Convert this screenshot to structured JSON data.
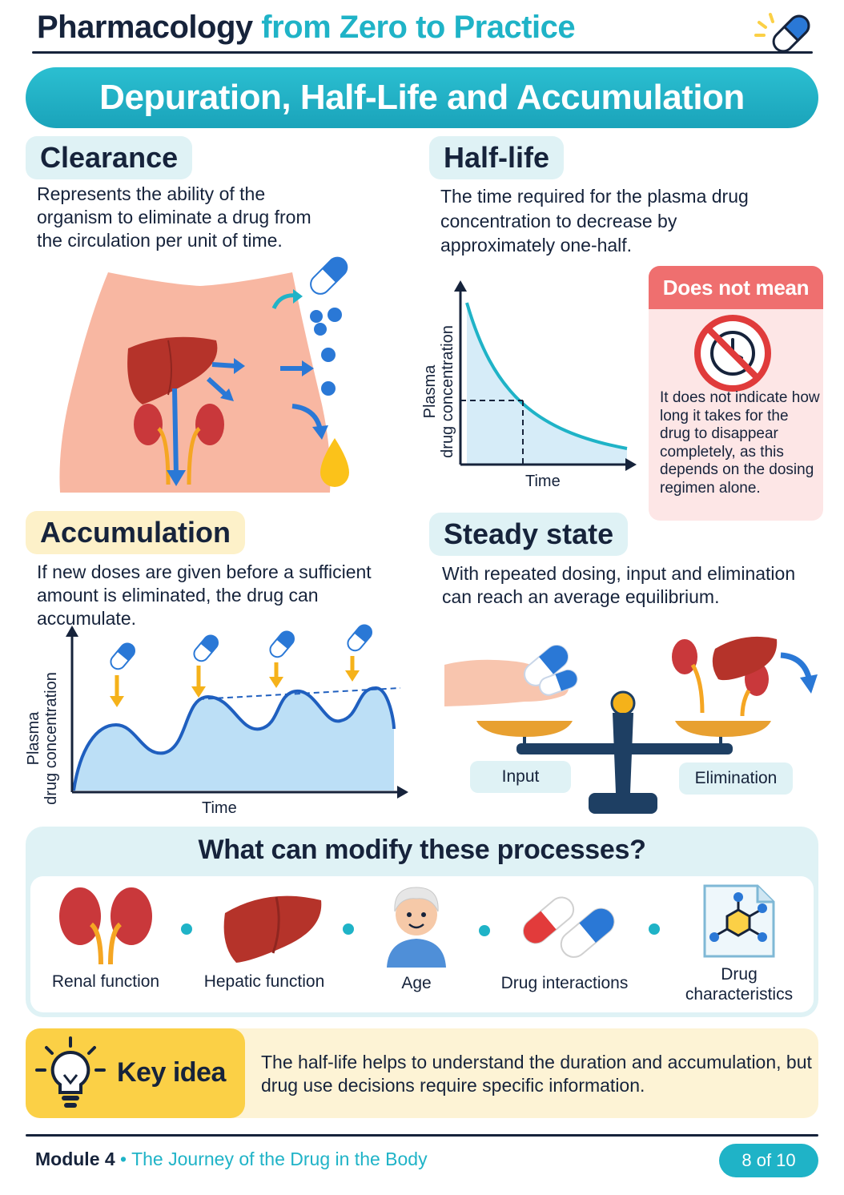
{
  "header": {
    "title_part1": "Pharmacology",
    "title_part2": "from Zero to Practice",
    "banner": "Depuration, Half-Life and Accumulation"
  },
  "clearance": {
    "heading": "Clearance",
    "text": "Represents the ability of the organism to eliminate a drug from the circulation per unit of time."
  },
  "half_life": {
    "heading": "Half-life",
    "text": "The time required for the plasma drug concentration to decrease by approximately one-half.",
    "chart_ylabel_line1": "Plasma",
    "chart_ylabel_line2": "drug concentration",
    "chart_xlabel": "Time",
    "does_not_mean_title": "Does not mean",
    "does_not_mean_text": "It does not indicate how long it takes for the drug to disappear completely, as this depends on the dosing regimen alone."
  },
  "accumulation": {
    "heading": "Accumulation",
    "text": "If new doses are given before a sufficient amount is eliminated, the drug can accumulate.",
    "chart_ylabel_line1": "Plasma",
    "chart_ylabel_line2": "drug concentration",
    "chart_xlabel": "Time"
  },
  "steady_state": {
    "heading": "Steady state",
    "text": "With repeated dosing, input and elimination can reach an average equilibrium.",
    "input_label": "Input",
    "elimination_label": "Elimination"
  },
  "modify": {
    "title": "What can modify these processes?",
    "factors": [
      {
        "label": "Renal function",
        "icon": "kidneys-icon"
      },
      {
        "label": "Hepatic function",
        "icon": "liver-icon"
      },
      {
        "label": "Age",
        "icon": "elderly-person-icon"
      },
      {
        "label": "Drug interactions",
        "icon": "capsules-icon"
      },
      {
        "label_line1": "Drug",
        "label_line2": "characteristics",
        "icon": "molecule-document-icon"
      }
    ]
  },
  "key_idea": {
    "label": "Key idea",
    "text": "The half-life helps to understand the duration and accumulation, but drug use decisions require specific information."
  },
  "footer": {
    "module": "Module 4",
    "separator": " • ",
    "subtitle": "The Journey of the Drug in the Body",
    "page": "8 of 10"
  },
  "colors": {
    "navy": "#16233b",
    "teal": "#1fb3c7",
    "light_teal": "#dff2f5",
    "yellow": "#fbd046",
    "red": "#ef6f6f",
    "blue": "#2a78d6"
  }
}
